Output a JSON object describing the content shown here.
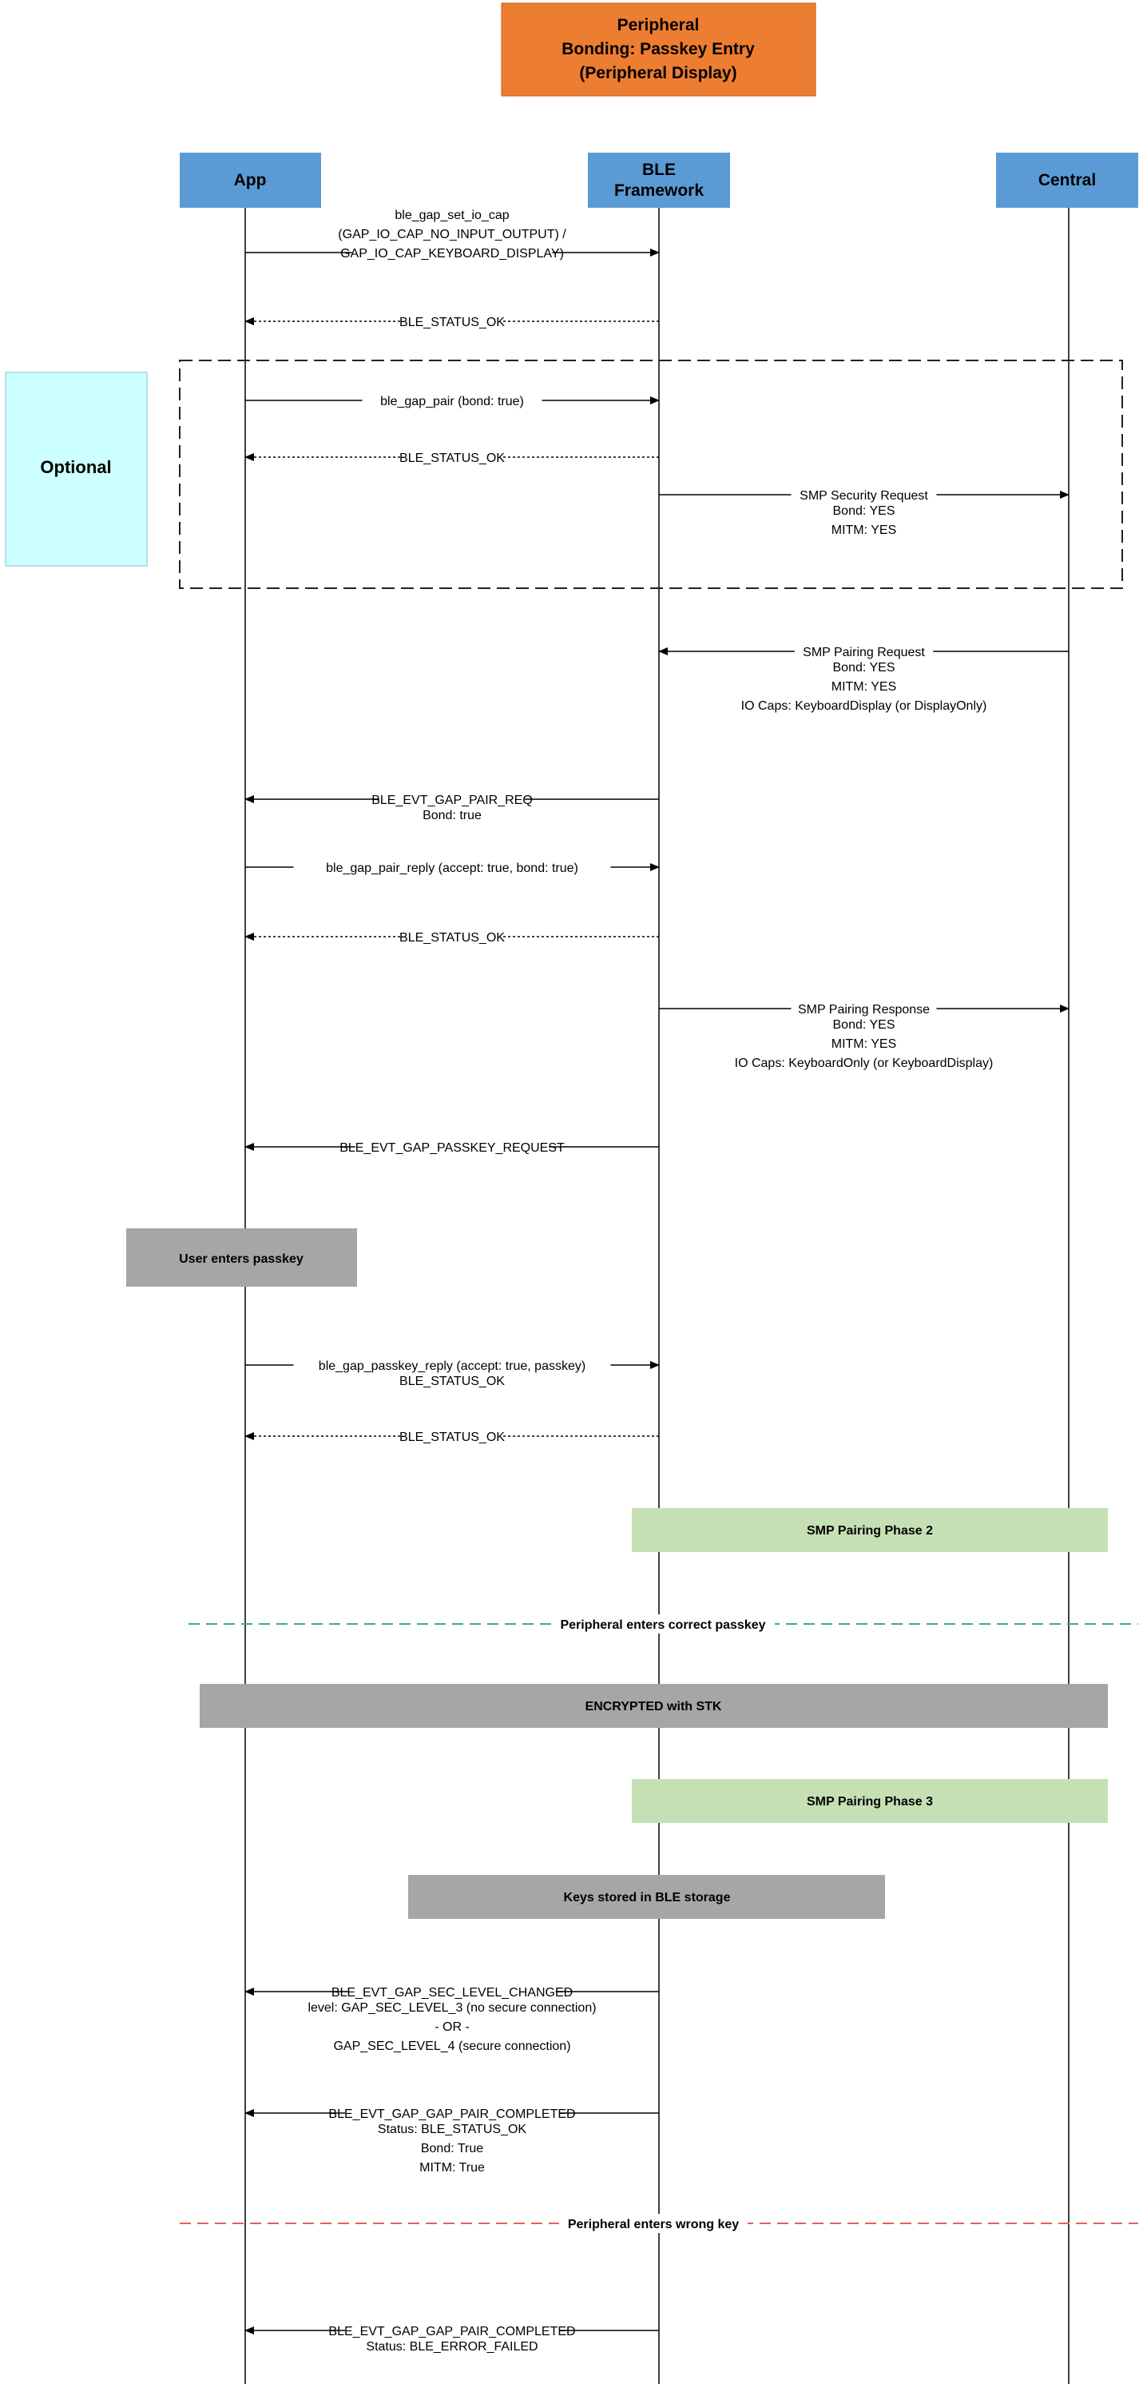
{
  "title": {
    "lines": [
      "Peripheral",
      "Bonding: Passkey Entry",
      "(Peripheral Display)"
    ],
    "color": "#ED7D31"
  },
  "participants": [
    {
      "id": "app",
      "lines": [
        "App"
      ]
    },
    {
      "id": "ble",
      "lines": [
        "BLE",
        "Framework"
      ]
    },
    {
      "id": "central",
      "lines": [
        "Central"
      ]
    }
  ],
  "colors": {
    "participant": "#5B9BD5",
    "optional_note": "#CCFFFF",
    "phase_note": "#C5E0B4",
    "gray_note": "#A6A6A6",
    "separator_green": "#3CB371",
    "separator_red": "#E06060"
  },
  "optional_group": {
    "label": "Optional"
  },
  "messages": [
    {
      "from": "app",
      "to": "ble",
      "style": "solid",
      "labels": [
        "ble_gap_set_io_cap",
        "(GAP_IO_CAP_NO_INPUT_OUTPUT) /",
        "GAP_IO_CAP_KEYBOARD_DISPLAY)"
      ]
    },
    {
      "from": "ble",
      "to": "app",
      "style": "dotted",
      "labels": [
        "BLE_STATUS_OK"
      ]
    },
    {
      "from": "app",
      "to": "ble",
      "style": "solid",
      "labels": [
        "ble_gap_pair (bond: true)"
      ]
    },
    {
      "from": "ble",
      "to": "app",
      "style": "dotted",
      "labels": [
        "BLE_STATUS_OK"
      ]
    },
    {
      "from": "ble",
      "to": "central",
      "style": "solid",
      "labels": [
        "SMP Security Request"
      ],
      "below": [
        "Bond: YES",
        "MITM: YES"
      ]
    },
    {
      "from": "central",
      "to": "ble",
      "style": "solid",
      "labels": [
        "SMP Pairing Request"
      ],
      "below": [
        "Bond: YES",
        "MITM: YES",
        "IO Caps: KeyboardDisplay (or DisplayOnly)"
      ]
    },
    {
      "from": "ble",
      "to": "app",
      "style": "solid",
      "labels": [
        "BLE_EVT_GAP_PAIR_REQ"
      ],
      "below": [
        "Bond: true"
      ]
    },
    {
      "from": "app",
      "to": "ble",
      "style": "solid",
      "labels": [
        "ble_gap_pair_reply (accept: true, bond: true)"
      ]
    },
    {
      "from": "ble",
      "to": "app",
      "style": "dotted",
      "labels": [
        "BLE_STATUS_OK"
      ]
    },
    {
      "from": "ble",
      "to": "central",
      "style": "solid",
      "labels": [
        "SMP Pairing Response"
      ],
      "below": [
        "Bond: YES",
        "MITM: YES",
        "IO Caps: KeyboardOnly (or KeyboardDisplay)"
      ]
    },
    {
      "from": "ble",
      "to": "app",
      "style": "solid",
      "labels": [
        "BLE_EVT_GAP_PASSKEY_REQUEST"
      ]
    },
    {
      "from": "app",
      "to": "ble",
      "style": "solid",
      "labels": [
        "ble_gap_passkey_reply (accept: true, passkey)"
      ],
      "below": [
        "BLE_STATUS_OK"
      ]
    },
    {
      "from": "ble",
      "to": "app",
      "style": "dotted",
      "labels": [
        "BLE_STATUS_OK"
      ]
    },
    {
      "from": "ble",
      "to": "app",
      "style": "solid",
      "labels": [
        "BLE_EVT_GAP_SEC_LEVEL_CHANGED"
      ],
      "below": [
        "level: GAP_SEC_LEVEL_3 (no secure connection)",
        "- OR -",
        "GAP_SEC_LEVEL_4 (secure connection)"
      ]
    },
    {
      "from": "ble",
      "to": "app",
      "style": "solid",
      "labels": [
        "BLE_EVT_GAP_GAP_PAIR_COMPLETED"
      ],
      "below": [
        "Status: BLE_STATUS_OK",
        "Bond: True",
        "MITM: True"
      ]
    },
    {
      "from": "ble",
      "to": "app",
      "style": "solid",
      "labels": [
        "BLE_EVT_GAP_GAP_PAIR_COMPLETED"
      ],
      "below": [
        "Status: BLE_ERROR_FAILED"
      ]
    }
  ],
  "notes": [
    {
      "kind": "gray",
      "text": "User enters passkey"
    },
    {
      "kind": "phase",
      "text": "SMP Pairing Phase 2"
    },
    {
      "kind": "gray",
      "text": "ENCRYPTED with STK"
    },
    {
      "kind": "phase",
      "text": "SMP Pairing Phase 3"
    },
    {
      "kind": "gray",
      "text": "Keys stored in BLE storage"
    }
  ],
  "separators": [
    {
      "color": "green",
      "text": "Peripheral enters correct passkey"
    },
    {
      "color": "red",
      "text": "Peripheral enters wrong key"
    }
  ]
}
